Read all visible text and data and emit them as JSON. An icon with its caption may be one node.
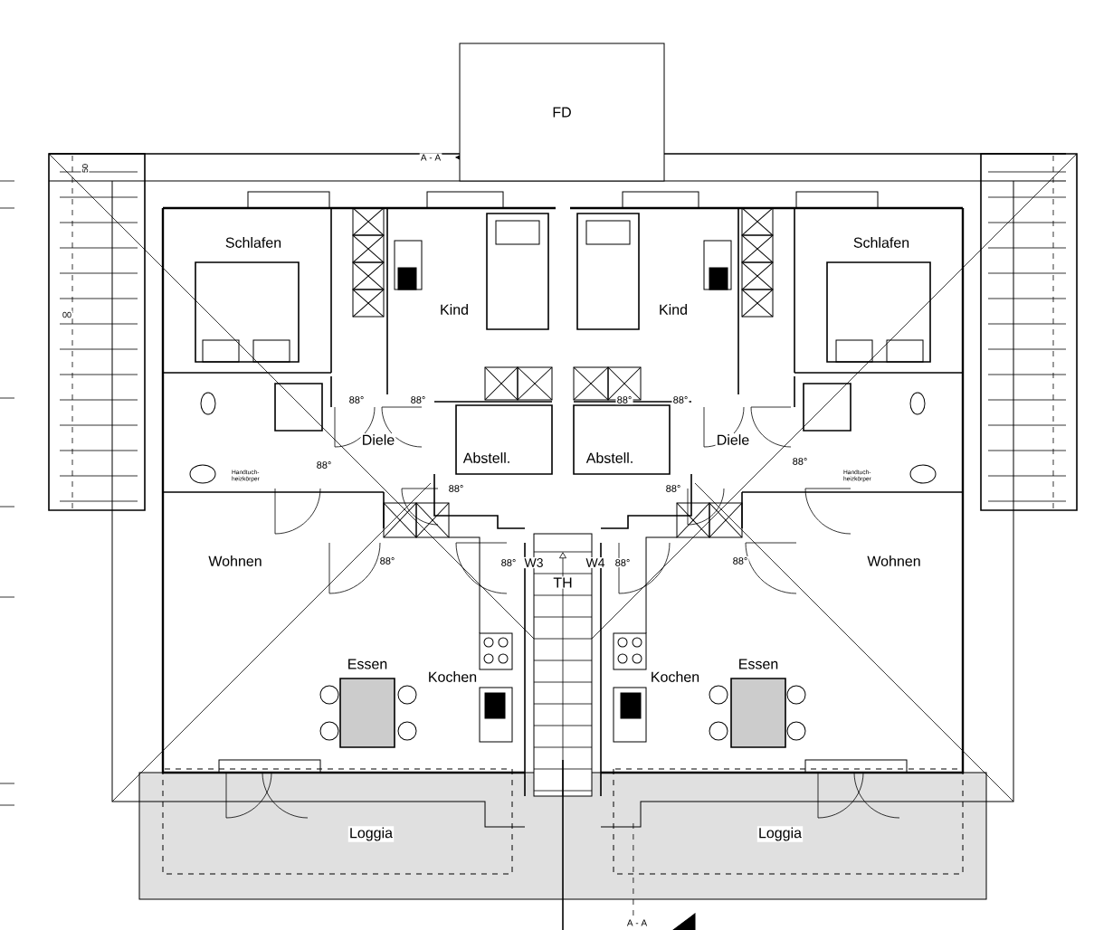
{
  "diagram": {
    "nodes": [
      {
        "text": [
          "FD"
        ]
      }
    ],
    "labels": [
      "A - A",
      "Schlafen",
      "Kind",
      "Kind",
      "Schlafen",
      "50",
      "00",
      "88°",
      "88°",
      "88°",
      "88°",
      "Diele",
      "Abstell.",
      "Abstell.",
      "Diele",
      "88°",
      "88°",
      "Handtuch- heizkörper",
      "Handtuch- heizkörper",
      "88°",
      "88°",
      "Wohnen",
      "88°",
      "88°",
      "W3",
      "W4",
      "88°",
      "88°",
      "Wohnen",
      "TH",
      "Essen",
      "Kochen",
      "Kochen",
      "Essen",
      "Loggia",
      "Loggia",
      "A - A"
    ]
  }
}
